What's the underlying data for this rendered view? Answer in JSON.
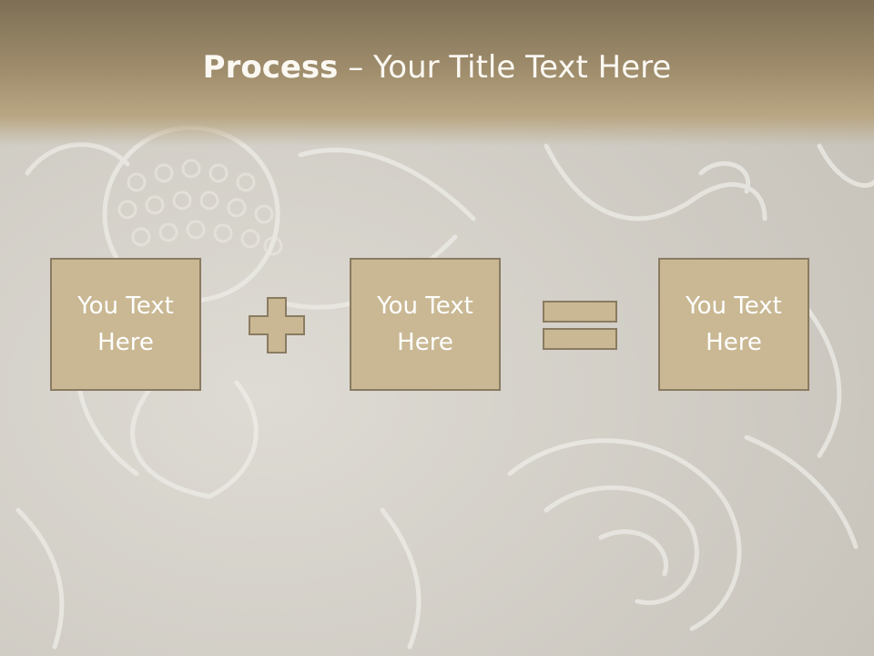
{
  "slide": {
    "title_bold": "Process",
    "title_dash": "–",
    "title_rest": "Your Title Text Here"
  },
  "process": {
    "steps": [
      {
        "label": "You Text Here"
      },
      {
        "label": "You Text Here"
      },
      {
        "label": "You Text Here"
      }
    ],
    "operators": [
      "plus-icon",
      "equals-icon"
    ]
  },
  "colors": {
    "header": "#9a8767",
    "box_fill": "#c9b893",
    "box_border": "#8a7b62",
    "operator_fill": "#c9b893",
    "text": "#ffffff"
  }
}
